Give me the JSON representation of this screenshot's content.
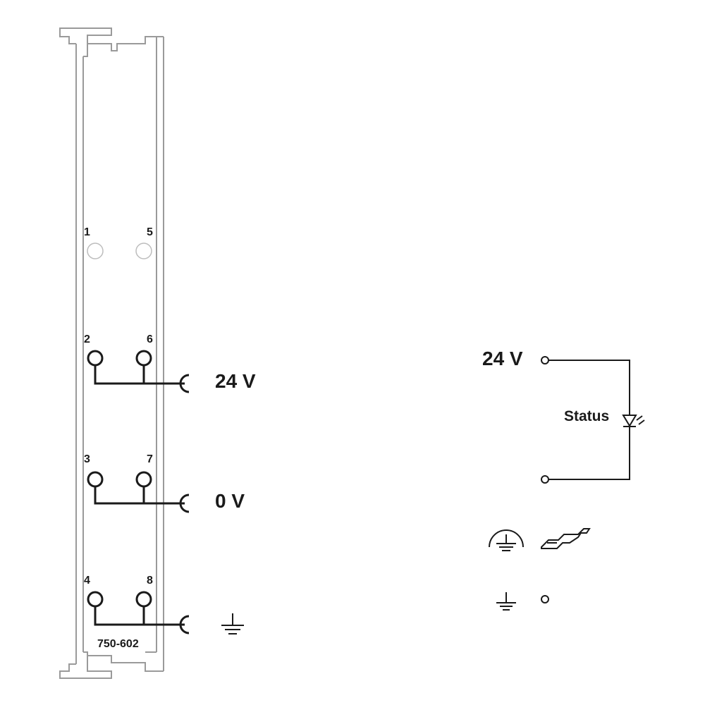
{
  "module": {
    "part_number": "750-602"
  },
  "pins": {
    "p1": "1",
    "p2": "2",
    "p3": "3",
    "p4": "4",
    "p5": "5",
    "p6": "6",
    "p7": "7",
    "p8": "8"
  },
  "terminals": {
    "supply_plus": "24 V",
    "supply_minus": "0 V"
  },
  "schematic": {
    "input_label": "24 V",
    "led_label": "Status"
  },
  "colors": {
    "line": "#1a1a1a",
    "housing": "#9a9a9a",
    "inactive_terminal": "#bdbdbd"
  }
}
